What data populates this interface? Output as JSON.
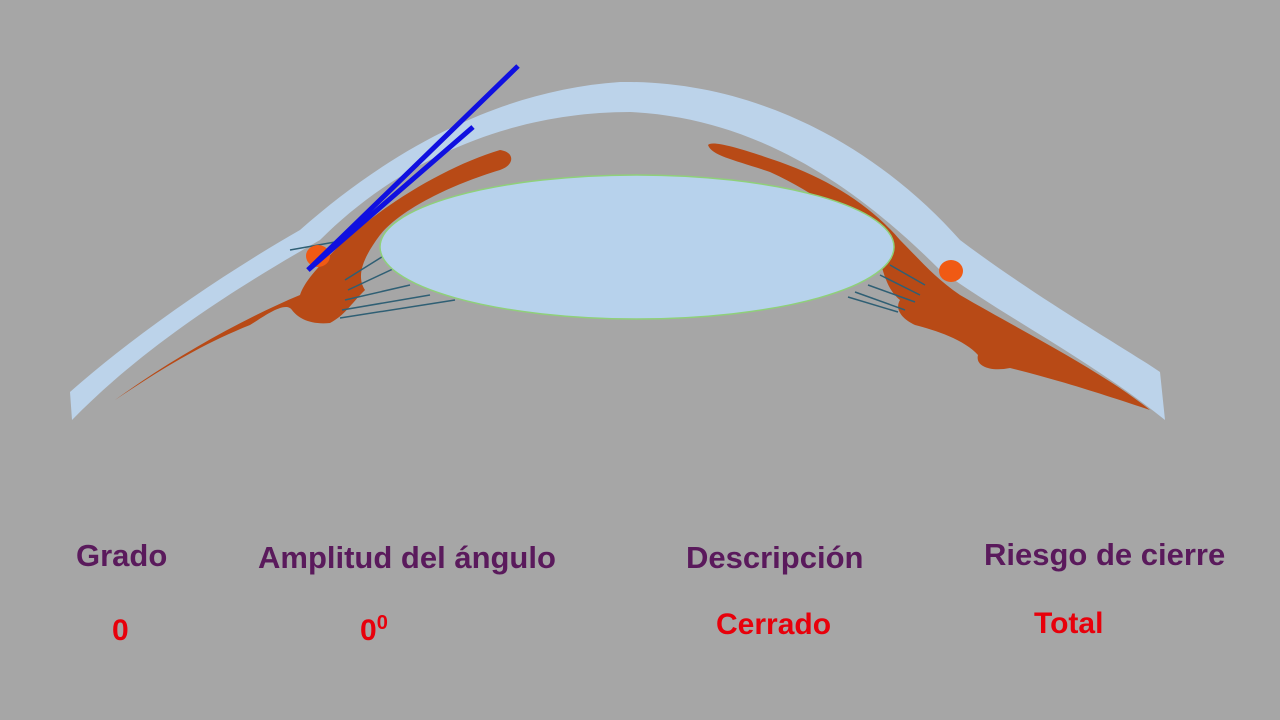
{
  "headers": {
    "grado": "Grado",
    "amplitud": "Amplitud del ángulo",
    "descripcion": "Descripción",
    "riesgo": "Riesgo de cierre"
  },
  "values": {
    "grado": "0",
    "amplitud_base": "0",
    "amplitud_sup": "0",
    "descripcion": "Cerrado",
    "riesgo": "Total"
  },
  "colors": {
    "background": "#a6a6a6",
    "cornea": "#bcd3ea",
    "iris": "#b84a16",
    "lens": "#b7d2ec",
    "lens_outline": "#8fd07a",
    "canal": "#f05a14",
    "zonules": "#2f5f74",
    "angle_lines": "#1010e0",
    "header_text": "#5a1a5c",
    "value_text": "#e8000b"
  }
}
